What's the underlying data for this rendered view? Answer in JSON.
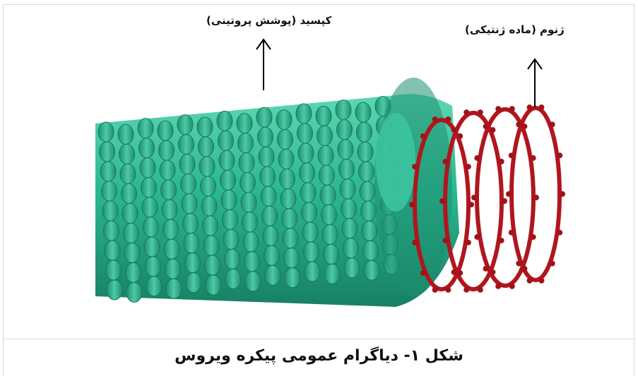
{
  "figure": {
    "capsid_label": "کپسید (پوشش پروتینی)",
    "genome_label": "ژنوم (ماده ژنتیکی)",
    "caption": "شکل ۱- دیاگرام عمومی پیکره ویروس",
    "colors": {
      "capsid": "#2bb892",
      "capsid_dark": "#1e8e70",
      "capsid_light": "#5fd6b3",
      "genome": "#b0161e",
      "genome_dark": "#7d0c12",
      "arrow": "#000000"
    },
    "icons": [
      "capsid-protein-shell",
      "rna-helix-coil",
      "up-arrow-icon"
    ]
  }
}
